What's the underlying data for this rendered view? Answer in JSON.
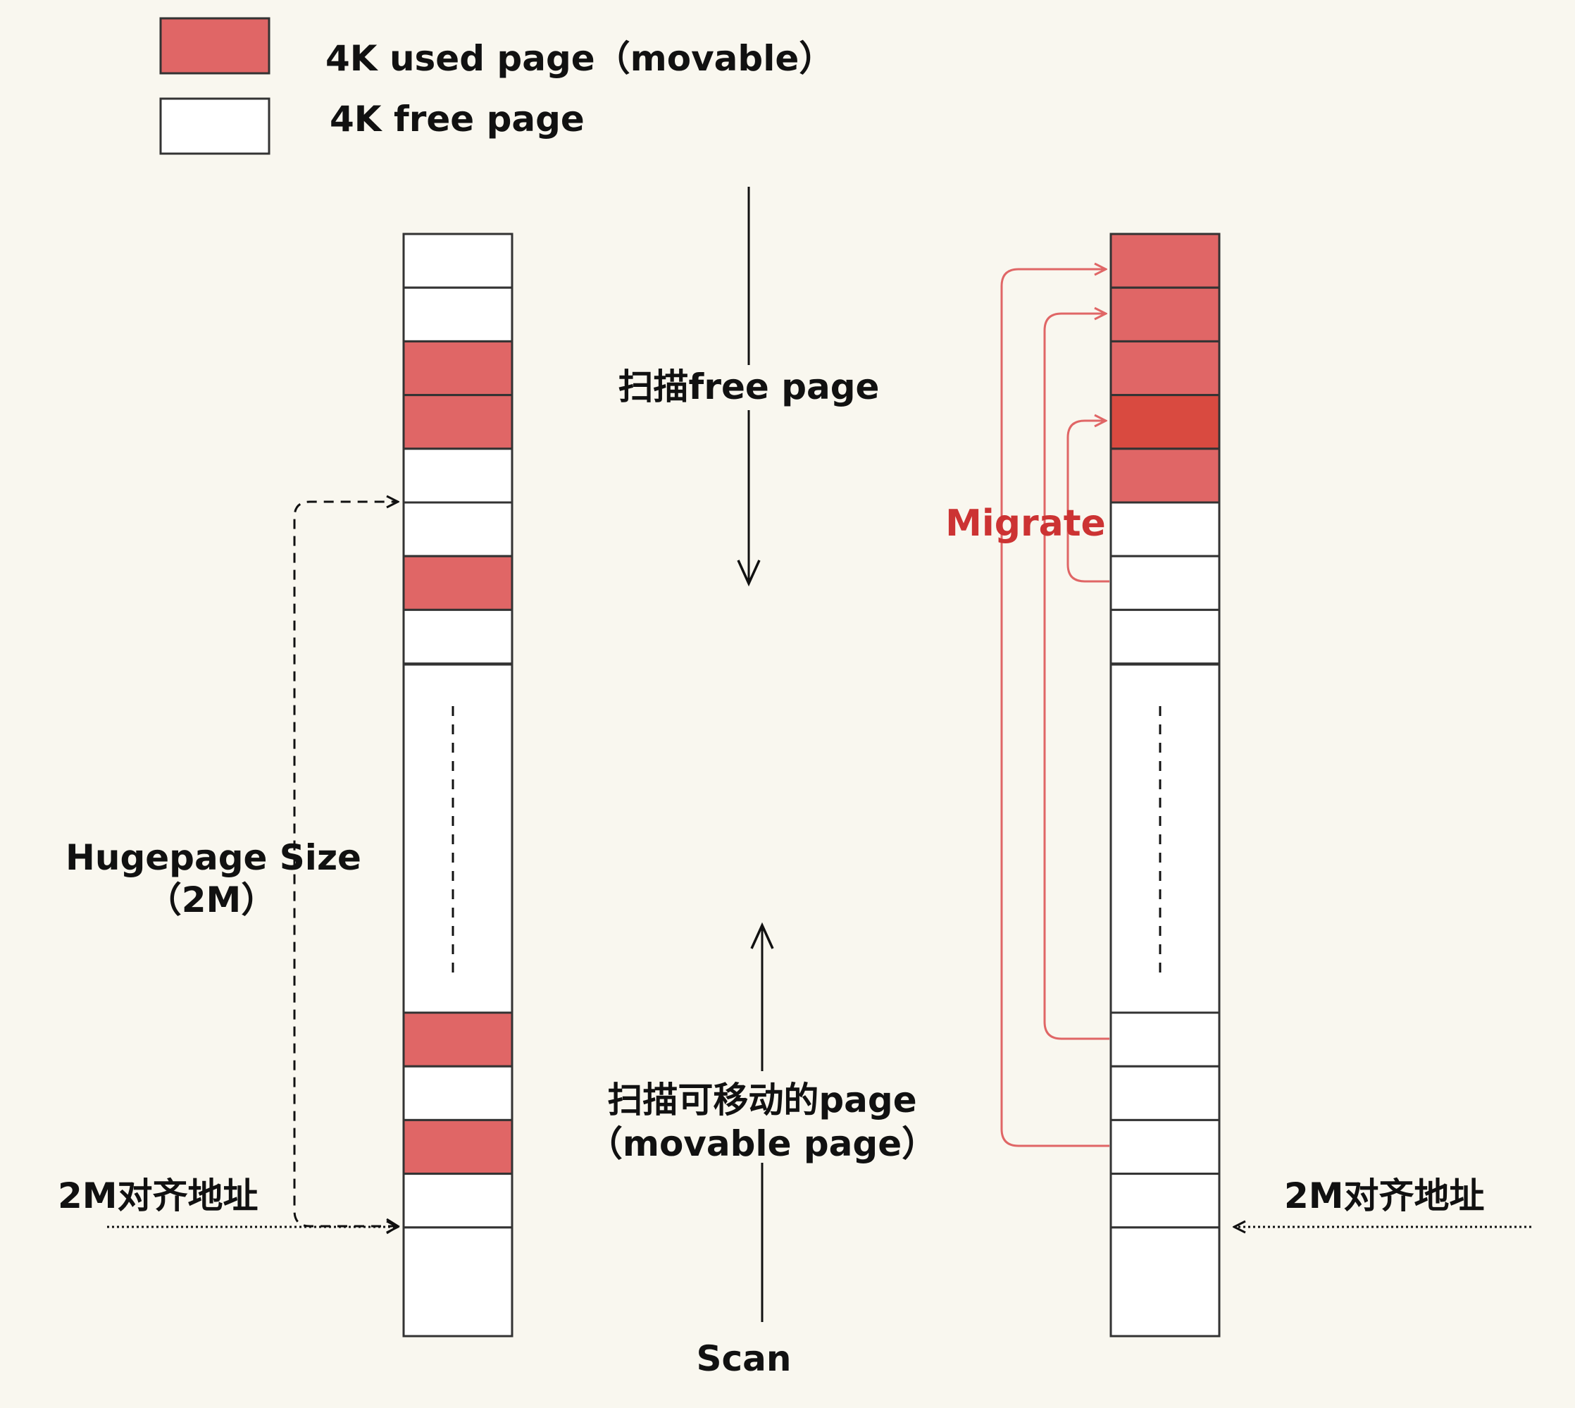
{
  "colors": {
    "background": "#f9f7ef",
    "used_page": "#e06666",
    "highlight_page": "#d94a40",
    "free_page": "#ffffff",
    "outline": "#333333",
    "migrate": "#e06666",
    "migrate_text": "#cc3333"
  },
  "legend": {
    "used_label": "4K used page（movable）",
    "free_label": "4K free page"
  },
  "left_column": {
    "top_blocks": [
      "free",
      "free",
      "used",
      "used",
      "free",
      "free",
      "used",
      "free"
    ],
    "bottom_blocks": [
      "used",
      "free",
      "used",
      "free"
    ]
  },
  "right_column": {
    "top_blocks": [
      "used",
      "used",
      "used",
      "highlight",
      "used",
      "free",
      "free",
      "free"
    ],
    "bottom_blocks": [
      "free",
      "free",
      "free",
      "free"
    ]
  },
  "labels": {
    "scan_free": "扫描free page",
    "scan_movable_line1": "扫描可移动的page",
    "scan_movable_line2": "（movable page）",
    "scan": "Scan",
    "hugepage_line1": "Hugepage Size",
    "hugepage_line2": "（2M）",
    "aligned_left": "2M对齐地址",
    "aligned_right": "2M对齐地址",
    "migrate": "Migrate"
  }
}
